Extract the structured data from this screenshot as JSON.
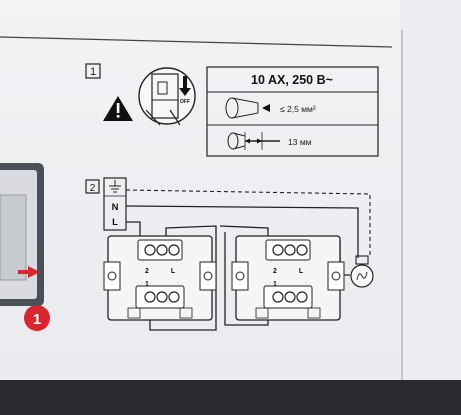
{
  "steps": {
    "step1_number": "1",
    "step2_number": "2",
    "callout_number": "1"
  },
  "spec_box": {
    "rating": "10 AX, 250 B~",
    "wire_section": "≤ 2,5 мм²",
    "strip_length": "13 мм"
  },
  "breaker": {
    "off_label": "OFF"
  },
  "terminals": {
    "neutral": "N",
    "live": "L"
  },
  "switch_left": {
    "label_2": "2",
    "label_l": "L",
    "label_1": "1"
  },
  "switch_right": {
    "label_2": "2",
    "label_l": "L",
    "label_1": "1"
  },
  "colors": {
    "accent_red": "#d8262f",
    "ink": "#1a1a1a",
    "panel_bezel": "#3a3d44"
  }
}
